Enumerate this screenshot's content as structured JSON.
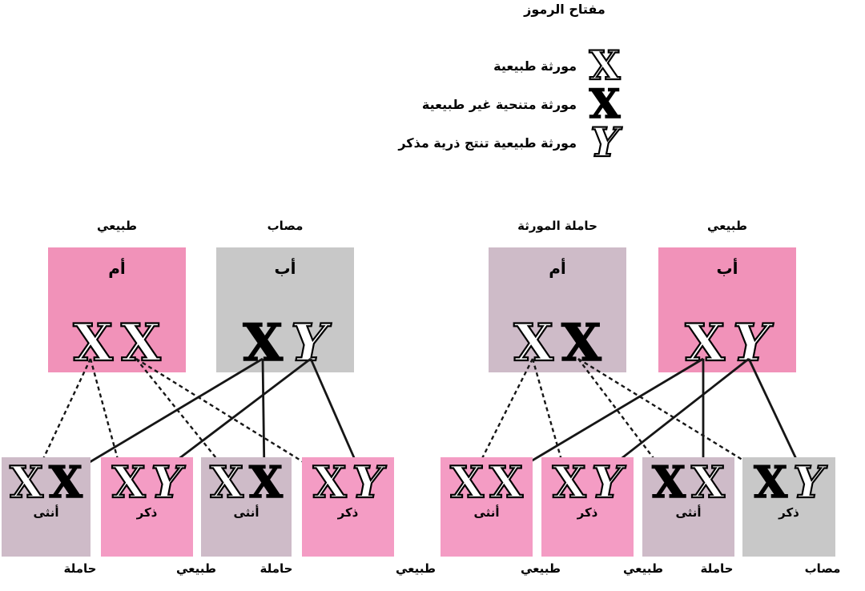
{
  "legend": {
    "title": "مفتاح الرموز",
    "items": [
      {
        "label": "مورثة طبيعية",
        "symbol": "X",
        "variant": "normal-outline"
      },
      {
        "label": "مورثة متنحية غير طبيعية",
        "symbol": "X",
        "variant": "abnormal-bold"
      },
      {
        "label": "مورثة طبيعية تنتج ذرية مذكر",
        "symbol": "Y",
        "variant": "normal-outline-y"
      }
    ]
  },
  "colors": {
    "normal_pink": "#f192b9",
    "child_pink": "#f49cc4",
    "carrier_mauve": "#cebbc8",
    "affected_gray": "#c8c8c8",
    "line_black": "#161616"
  },
  "crosses": [
    {
      "mother": {
        "status_label": "طبيعي",
        "box_label": "أم",
        "alleles": [
          {
            "symbol": "X",
            "variant": "normal-outline"
          },
          {
            "symbol": "X",
            "variant": "normal-outline"
          }
        ]
      },
      "father": {
        "status_label": "مصاب",
        "box_label": "أب",
        "alleles": [
          {
            "symbol": "X",
            "variant": "abnormal-bold"
          },
          {
            "symbol": "Y",
            "variant": "normal-outline-y"
          }
        ]
      },
      "children": [
        {
          "sex_label": "أنثى",
          "status_label": "حاملة",
          "alleles": [
            {
              "symbol": "X",
              "variant": "normal-outline"
            },
            {
              "symbol": "X",
              "variant": "abnormal-bold"
            }
          ]
        },
        {
          "sex_label": "ذكر",
          "status_label": "طبيعي",
          "alleles": [
            {
              "symbol": "X",
              "variant": "normal-outline"
            },
            {
              "symbol": "Y",
              "variant": "normal-outline-y"
            }
          ]
        },
        {
          "sex_label": "أنثى",
          "status_label": "حاملة",
          "alleles": [
            {
              "symbol": "X",
              "variant": "normal-outline"
            },
            {
              "symbol": "X",
              "variant": "abnormal-bold"
            }
          ]
        },
        {
          "sex_label": "ذكر",
          "status_label": "طبيعي",
          "alleles": [
            {
              "symbol": "X",
              "variant": "normal-outline"
            },
            {
              "symbol": "Y",
              "variant": "normal-outline-y"
            }
          ]
        }
      ]
    },
    {
      "mother": {
        "status_label": "حاملة المورثة",
        "box_label": "أم",
        "alleles": [
          {
            "symbol": "X",
            "variant": "normal-outline"
          },
          {
            "symbol": "X",
            "variant": "abnormal-bold"
          }
        ]
      },
      "father": {
        "status_label": "طبيعي",
        "box_label": "أب",
        "alleles": [
          {
            "symbol": "X",
            "variant": "normal-outline"
          },
          {
            "symbol": "Y",
            "variant": "normal-outline-y"
          }
        ]
      },
      "children": [
        {
          "sex_label": "أنثى",
          "status_label": "طبيعي",
          "alleles": [
            {
              "symbol": "X",
              "variant": "normal-outline"
            },
            {
              "symbol": "X",
              "variant": "normal-outline"
            }
          ]
        },
        {
          "sex_label": "ذكر",
          "status_label": "طبيعي",
          "alleles": [
            {
              "symbol": "X",
              "variant": "normal-outline"
            },
            {
              "symbol": "Y",
              "variant": "normal-outline-y"
            }
          ]
        },
        {
          "sex_label": "أنثى",
          "status_label": "حاملة",
          "alleles": [
            {
              "symbol": "X",
              "variant": "abnormal-bold"
            },
            {
              "symbol": "X",
              "variant": "normal-outline"
            }
          ]
        },
        {
          "sex_label": "ذكر",
          "status_label": "مصاب",
          "alleles": [
            {
              "symbol": "X",
              "variant": "abnormal-bold"
            },
            {
              "symbol": "Y",
              "variant": "normal-outline-y"
            }
          ]
        }
      ]
    }
  ]
}
